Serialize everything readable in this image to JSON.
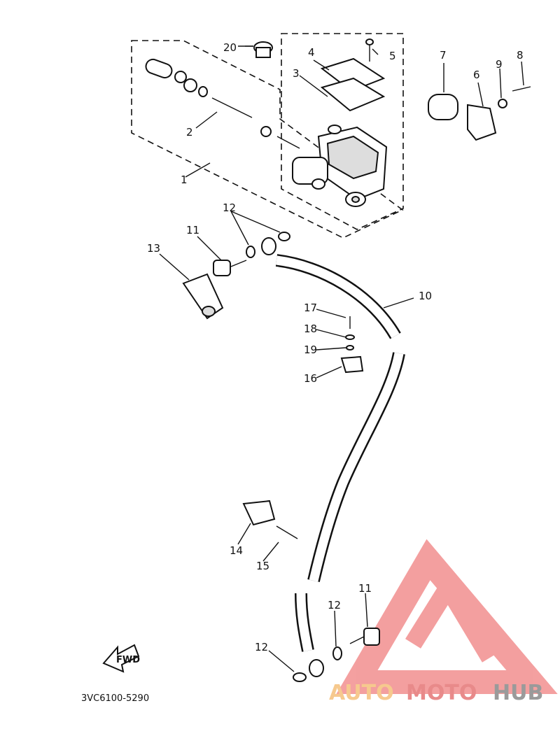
{
  "diagram": {
    "part_labels": {
      "p1": "1",
      "p2": "2",
      "p3": "3",
      "p4": "4",
      "p5": "5",
      "p6": "6",
      "p7": "7",
      "p8": "8",
      "p9": "9",
      "p10": "10",
      "p11a": "11",
      "p11b": "11",
      "p12a": "12",
      "p12b": "12",
      "p12c": "12",
      "p13": "13",
      "p14": "14",
      "p15": "15",
      "p16": "16",
      "p17": "17",
      "p18": "18",
      "p19": "19",
      "p20": "20"
    },
    "diagram_code": "3VC6100-5290",
    "fwd_label": "FWD"
  },
  "watermark": {
    "auto": "AUTO",
    "moto": "MOTO",
    "hub": "HUB",
    "logo_color": "#f08080"
  }
}
